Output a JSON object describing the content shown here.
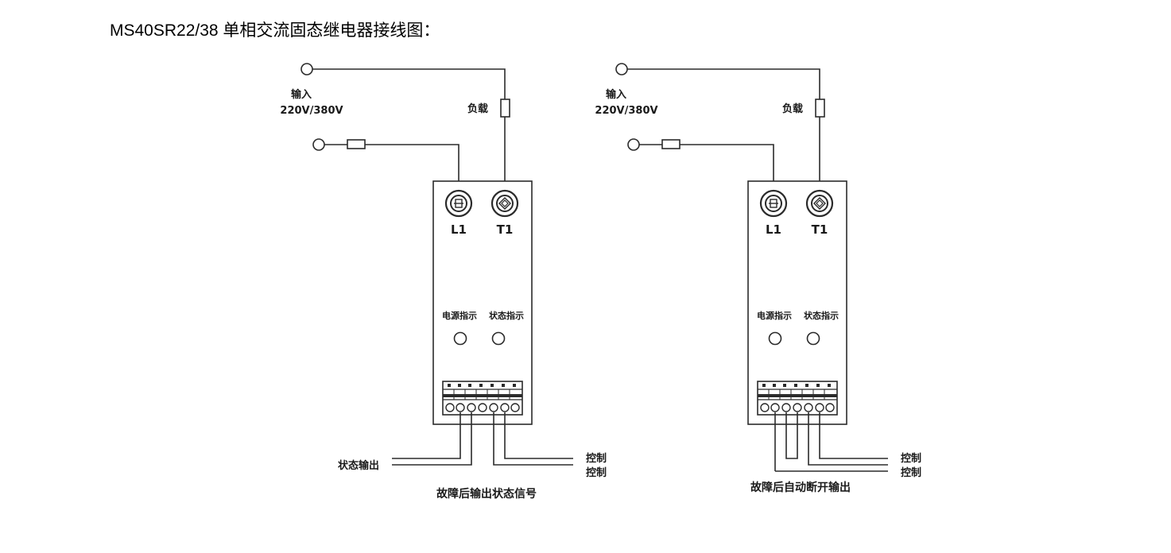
{
  "page_title": "MS40SR22/38 单相交流固态继电器接线图：",
  "diagrams": [
    {
      "input_label": "输入",
      "input_voltage": "220V/380V",
      "load_label": "负载",
      "terminal_l1": "L1",
      "terminal_t1": "T1",
      "power_indicator": "电源指示",
      "status_indicator": "状态指示",
      "left_output_label": "状态输出",
      "control_label_1": "控制",
      "control_label_2": "控制",
      "caption": "故障后输出状态信号"
    },
    {
      "input_label": "输入",
      "input_voltage": "220V/380V",
      "load_label": "负载",
      "terminal_l1": "L1",
      "terminal_t1": "T1",
      "power_indicator": "电源指示",
      "status_indicator": "状态指示",
      "control_label_1": "控制",
      "control_label_2": "控制",
      "caption": "故障后自动断开输出"
    }
  ]
}
